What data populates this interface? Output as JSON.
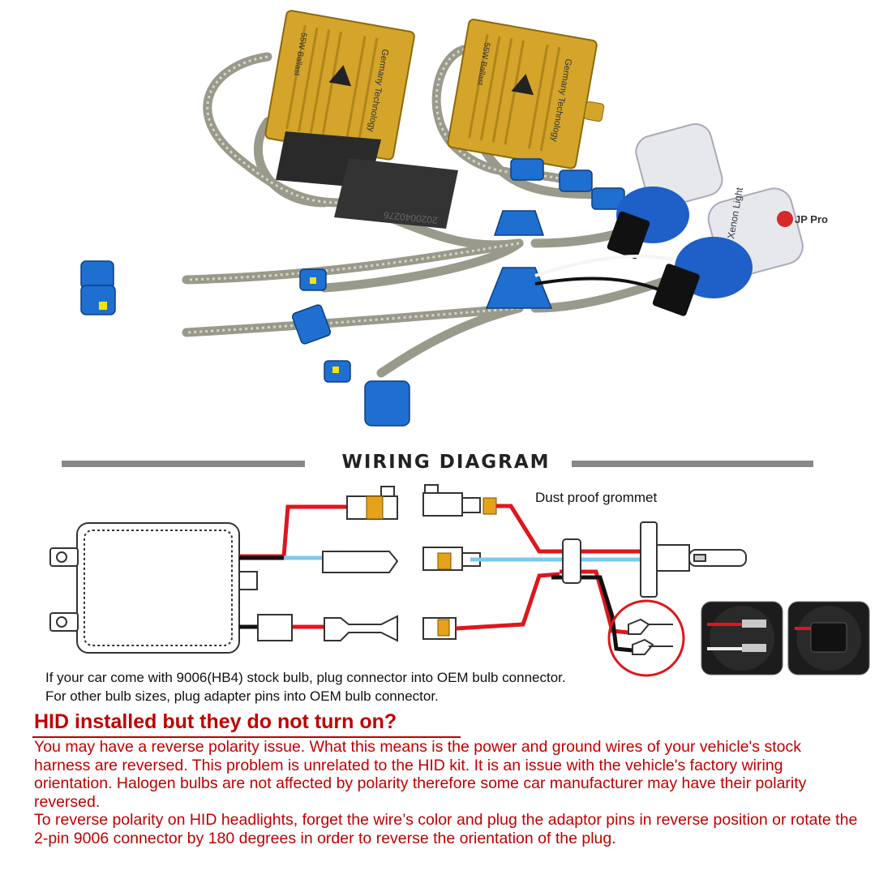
{
  "photo": {
    "ballast_label": "55W Ballast",
    "ballast_brand": "Germany Technology",
    "decoder_code": "2020040276",
    "bulb_brand": "JP Pro",
    "bulb_label": "Xenon Light"
  },
  "diagram": {
    "title": "WIRING DIAGRAM",
    "grommet_label": "Dust proof grommet",
    "note_line1": "If your car come with 9006(HB4) stock bulb, plug connector into OEM bulb connector.",
    "note_line2": "For other bulb sizes, plug adapter pins into OEM bulb connector."
  },
  "troubleshoot": {
    "title": "HID installed but they do not turn on?",
    "paragraph1": "You may have a reverse polarity issue. What this means is the power and ground wires of your vehicle's stock harness are reversed. This problem is unrelated to the HID kit. It is an issue with the vehicle's factory wiring orientation. Halogen bulbs are not affected by polarity therefore some car manufacturer may have their polarity reversed.",
    "paragraph2": "To reverse polarity on HID headlights, forget the wire’s color and plug the adaptor pins in reverse position or rotate the 2-pin 9006 connector by 180 degrees in order to reverse the orientation of the plug."
  },
  "colors": {
    "warning_red": "#c00000",
    "wire_red": "#e0161c",
    "wire_blue": "#7ec8ec",
    "ballast_gold": "#d4a52a",
    "connector_blue": "#1e6fd0"
  }
}
